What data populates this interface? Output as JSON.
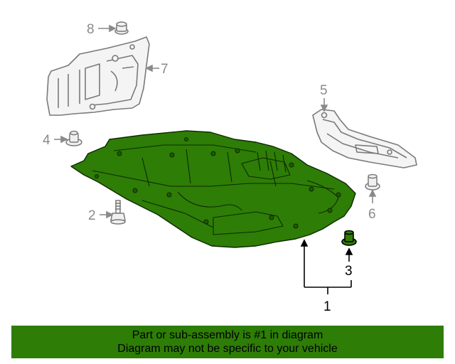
{
  "diagram": {
    "callouts": {
      "c1": "1",
      "c2": "2",
      "c3": "3",
      "c4": "4",
      "c5": "5",
      "c6": "6",
      "c7": "7",
      "c8": "8"
    },
    "highlighted_part": "1",
    "highlight_color": "#2e7d06",
    "gray_color": "#8a8a8a"
  },
  "banner": {
    "line1": "Part or sub-assembly is #1 in diagram",
    "line2": "Diagram may not be specific to your vehicle",
    "background": "#2e7d06"
  }
}
